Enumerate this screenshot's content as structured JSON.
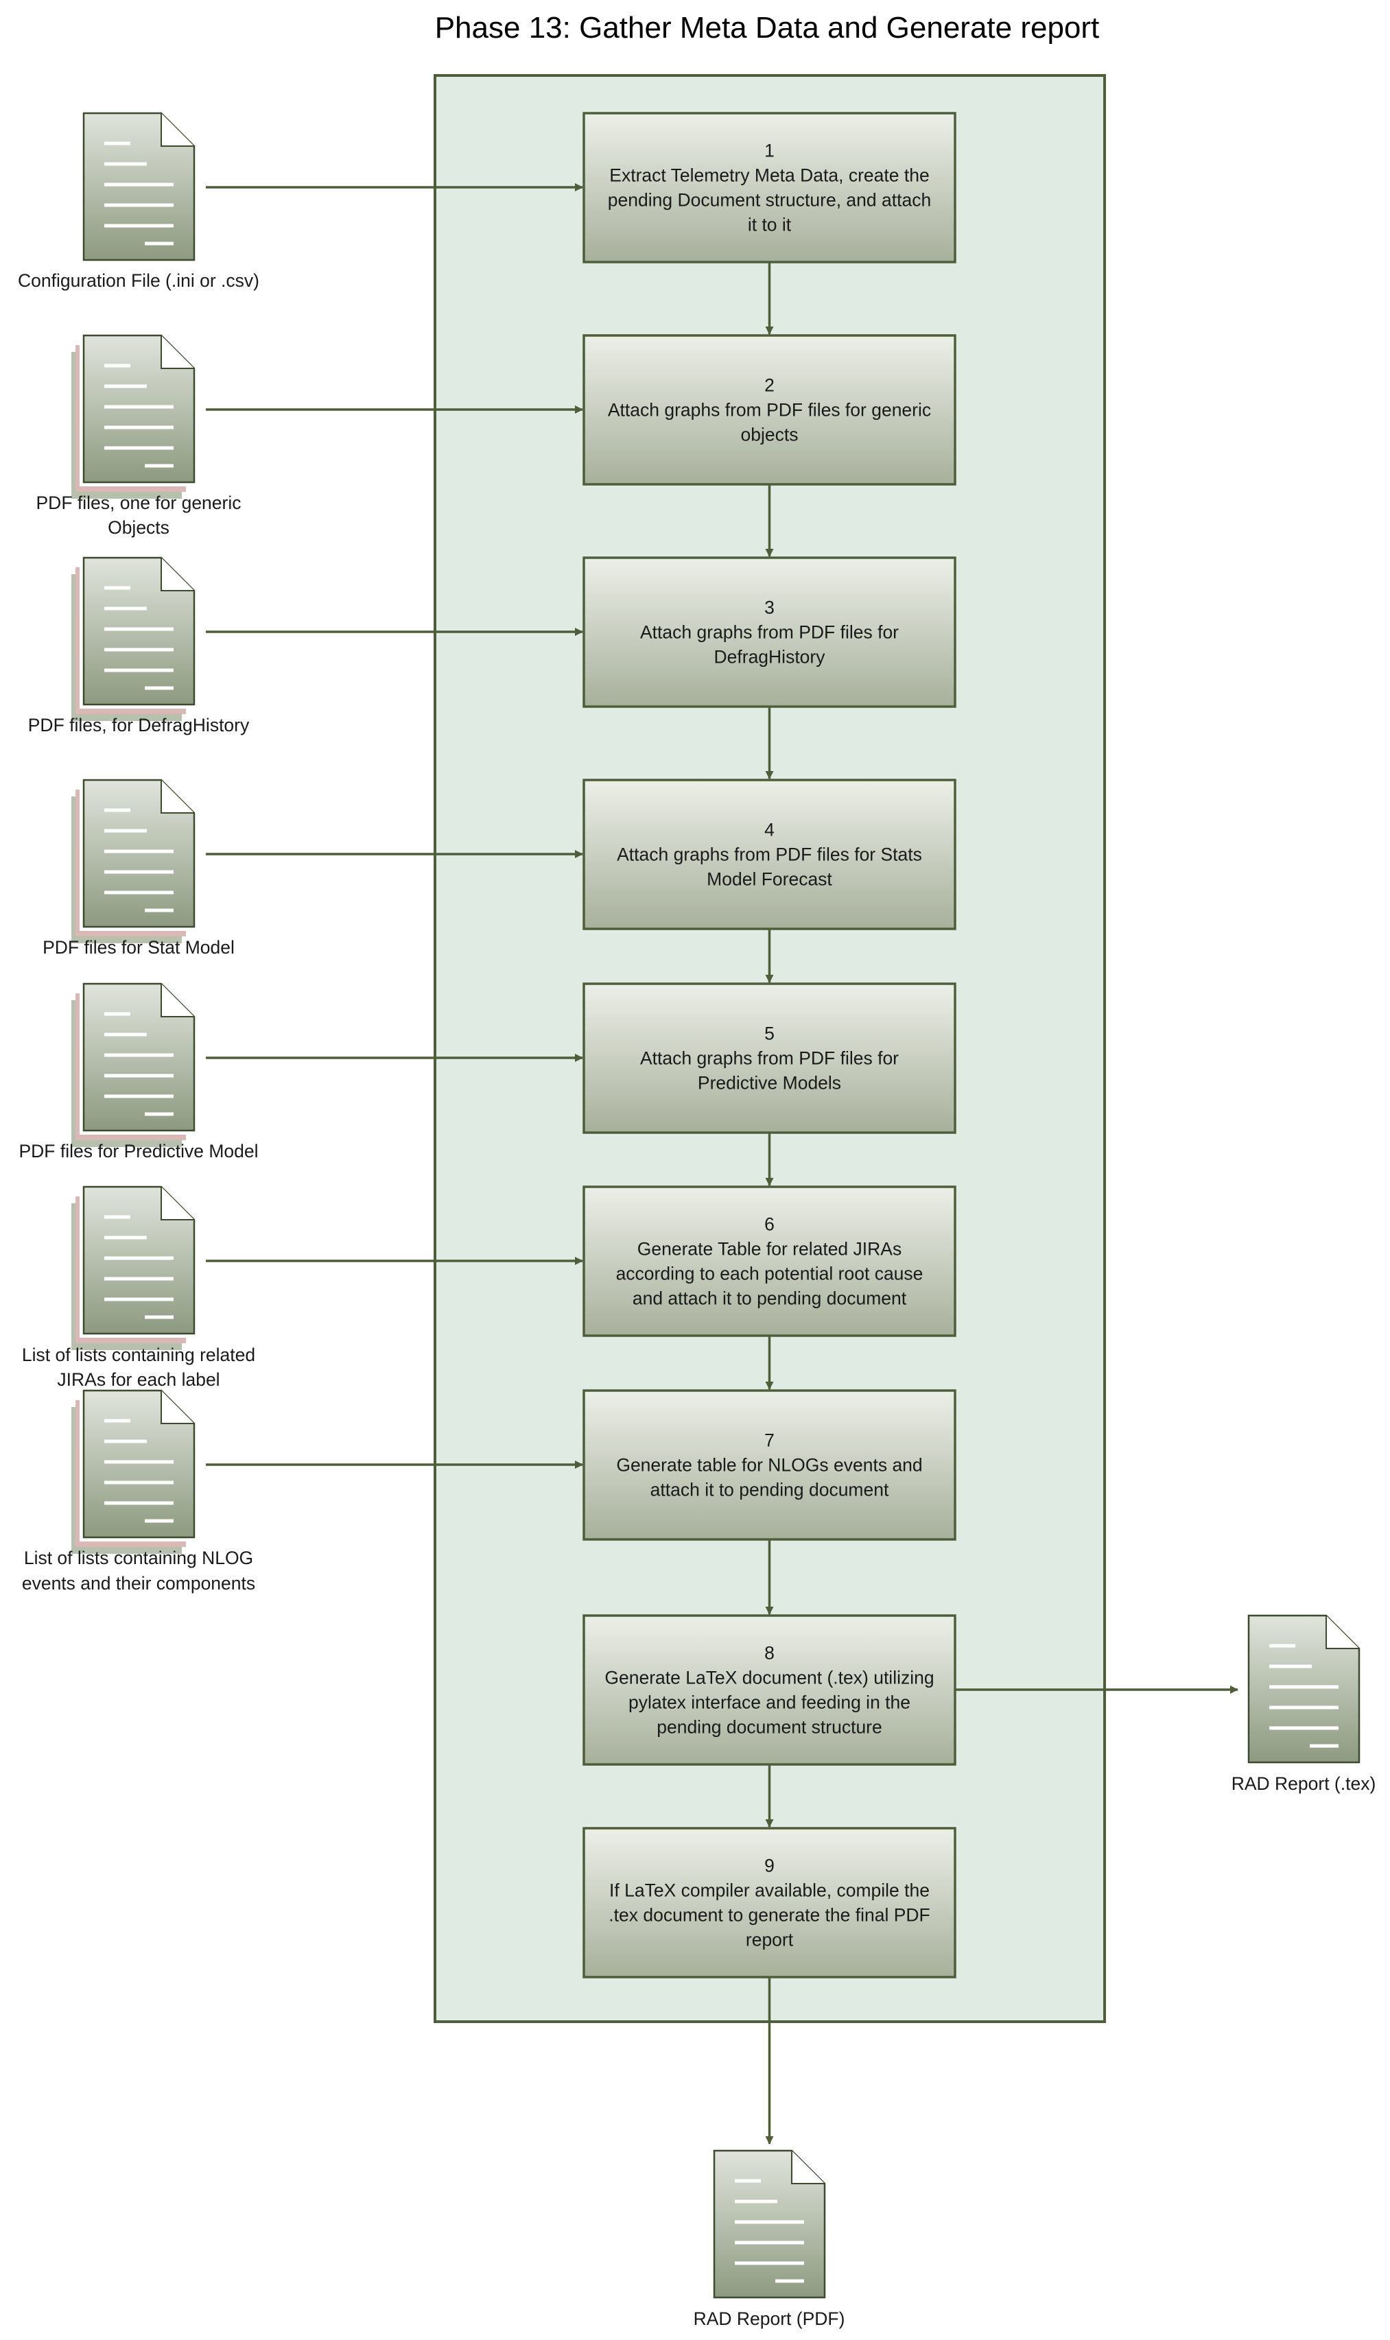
{
  "title": "Phase 13: Gather Meta Data and Generate report",
  "steps": [
    {
      "number": "1",
      "lines": [
        "Extract Telemetry Meta Data, create the",
        "pending Document structure, and attach",
        "it to it"
      ]
    },
    {
      "number": "2",
      "lines": [
        "Attach graphs from PDF files for generic",
        "objects"
      ]
    },
    {
      "number": "3",
      "lines": [
        "Attach graphs from PDF files for",
        "DefragHistory"
      ]
    },
    {
      "number": "4",
      "lines": [
        "Attach graphs from PDF files for Stats",
        "Model Forecast"
      ]
    },
    {
      "number": "5",
      "lines": [
        "Attach graphs from PDF files for",
        "Predictive Models"
      ]
    },
    {
      "number": "6",
      "lines": [
        "Generate Table for related JIRAs",
        "according to each potential root cause",
        "and attach it to pending document"
      ]
    },
    {
      "number": "7",
      "lines": [
        "Generate table for NLOGs events and",
        "attach it to pending document"
      ]
    },
    {
      "number": "8",
      "lines": [
        "Generate LaTeX document (.tex) utilizing",
        "pylatex interface and feeding in the",
        "pending document structure"
      ]
    },
    {
      "number": "9",
      "lines": [
        "If LaTeX compiler available, compile the",
        ".tex document to generate the final PDF",
        "report"
      ]
    }
  ],
  "inputs": [
    {
      "lines": [
        "Configuration File (.ini or .csv)"
      ],
      "stacked": false
    },
    {
      "lines": [
        "PDF files, one for generic",
        "Objects"
      ],
      "stacked": true
    },
    {
      "lines": [
        "PDF files, for DefragHistory"
      ],
      "stacked": true
    },
    {
      "lines": [
        "PDF files for Stat Model"
      ],
      "stacked": true
    },
    {
      "lines": [
        "PDF files for Predictive Model"
      ],
      "stacked": true
    },
    {
      "lines": [
        "List of lists containing related",
        "JIRAs for each label"
      ],
      "stacked": true
    },
    {
      "lines": [
        "List of lists containing NLOG",
        "events and their components"
      ],
      "stacked": true
    }
  ],
  "outputs": [
    {
      "lines": [
        "RAD Report (.tex)"
      ],
      "from_step": "8"
    },
    {
      "lines": [
        "RAD Report (PDF)"
      ],
      "from_step": "9"
    }
  ],
  "colors": {
    "container_fill": "#dfebe3",
    "container_stroke": "#4e5e3b",
    "box_gradient_top": "#ecefe8",
    "box_gradient_bottom": "#a7b09b",
    "connector": "#4e5e3b",
    "doc_front_top": "#e0e4dc",
    "doc_front_bottom": "#8d9a80",
    "doc_stroke": "#3c4a30",
    "stack_pink": "#d9b8b6",
    "stack_gray": "#b7c0ad"
  }
}
